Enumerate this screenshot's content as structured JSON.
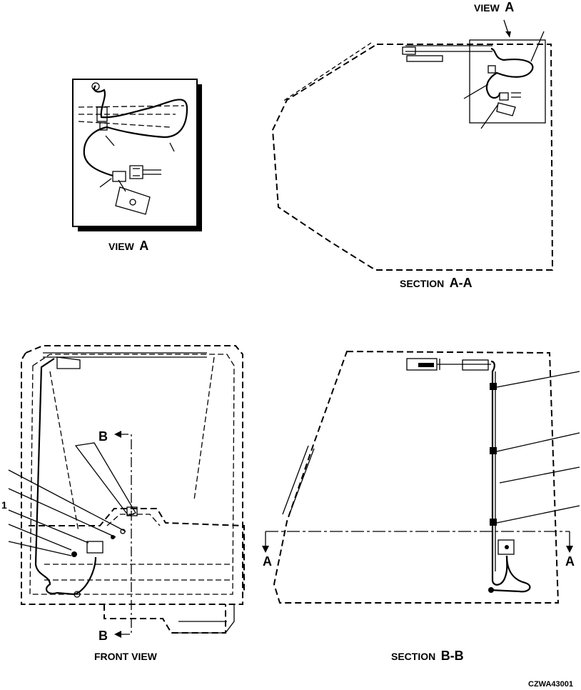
{
  "views": {
    "view_a": {
      "word": "VIEW",
      "letter": "A"
    },
    "section_aa": {
      "word": "SECTION",
      "letter": "A-A"
    },
    "view_a_callout": {
      "word": "VIEW",
      "letter": "A"
    },
    "front_view": {
      "label": "FRONT VIEW"
    },
    "section_bb": {
      "word": "SECTION",
      "letter": "B-B"
    }
  },
  "markers": {
    "b": "B",
    "a": "A"
  },
  "callout_number": "1",
  "drawing_id": "CZWA43001"
}
